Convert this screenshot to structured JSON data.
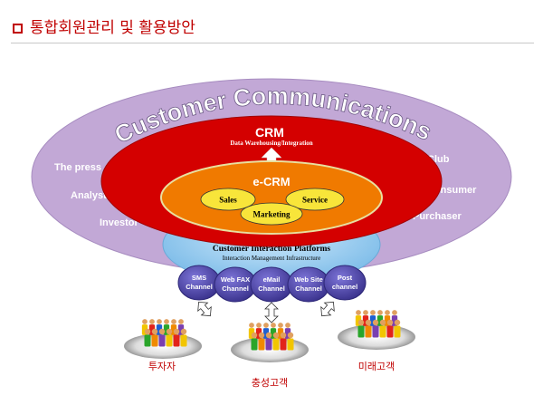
{
  "header": {
    "title": "통합회원관리 및 활용방안"
  },
  "diagram": {
    "outer_title": "Customer Communications",
    "left_labels": [
      "The press",
      "Analyst",
      "Investor"
    ],
    "right_labels": [
      "Club",
      "Consumer",
      "Purchaser"
    ],
    "crm": {
      "title": "CRM",
      "subtitle": "Data Warehousing/Integration"
    },
    "ecrm": {
      "title": "e-CRM",
      "items": [
        "Sales",
        "Service",
        "Marketing"
      ]
    },
    "cip": {
      "title": "Customer Interaction Platforms",
      "subtitle": "Interaction Management Infrastructure"
    },
    "channels": [
      [
        "SMS",
        "Channel"
      ],
      [
        "Web FAX",
        "Channel"
      ],
      [
        "eMail",
        "Channel"
      ],
      [
        "Web Site",
        "Channel"
      ],
      [
        "Post",
        "channel"
      ]
    ],
    "groups": [
      "투자자",
      "충성고객",
      "미래고객"
    ]
  },
  "colors": {
    "outer": "#c2a8d6",
    "crm": "#d40000",
    "ecrm": "#f07a00",
    "bubble": "#f8e53a",
    "cip": "#8ec8ee",
    "channel": "#5a52b8",
    "caption": "#c00000"
  }
}
